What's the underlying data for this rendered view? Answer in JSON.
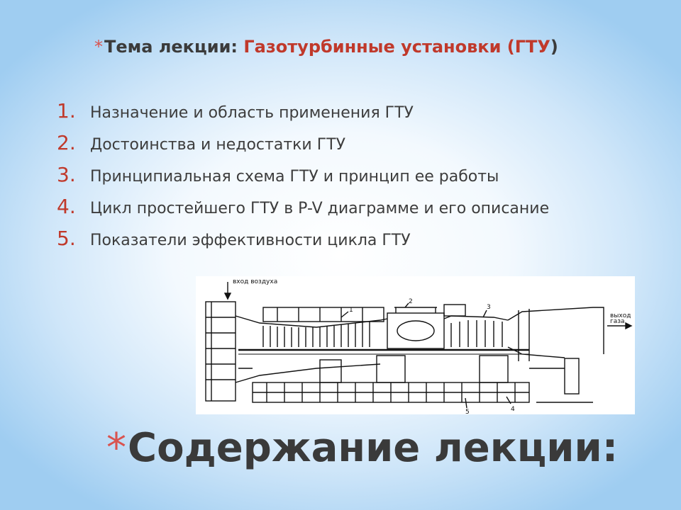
{
  "topic": {
    "star": "*",
    "label": "Тема лекции:",
    "subject": "Газотурбинные установки (ГТУ",
    "close": ")"
  },
  "items": [
    {
      "num": "1.",
      "text": "Назначение и область применения ГТУ"
    },
    {
      "num": "2.",
      "text": "Достоинства и недостатки ГТУ"
    },
    {
      "num": "3.",
      "text": "Принципиальная схема ГТУ и принцип ее работы"
    },
    {
      "num": "4.",
      "text": "Цикл простейшего ГТУ в P-V диаграмме и его описание"
    },
    {
      "num": "5.",
      "text": "Показатели эффективности цикла ГТУ"
    }
  ],
  "figure": {
    "air_inlet": "вход воздуха",
    "gas_outlet_1": "выход",
    "gas_outlet_2": "газа",
    "callouts": [
      "1",
      "2",
      "3",
      "4",
      "5"
    ]
  },
  "title": {
    "star": "*",
    "text": "Содержание лекции:"
  },
  "colors": {
    "accent_red": "#c0392b",
    "text_dark": "#3a3a3a",
    "bg_edge": "#9fcdf1"
  }
}
